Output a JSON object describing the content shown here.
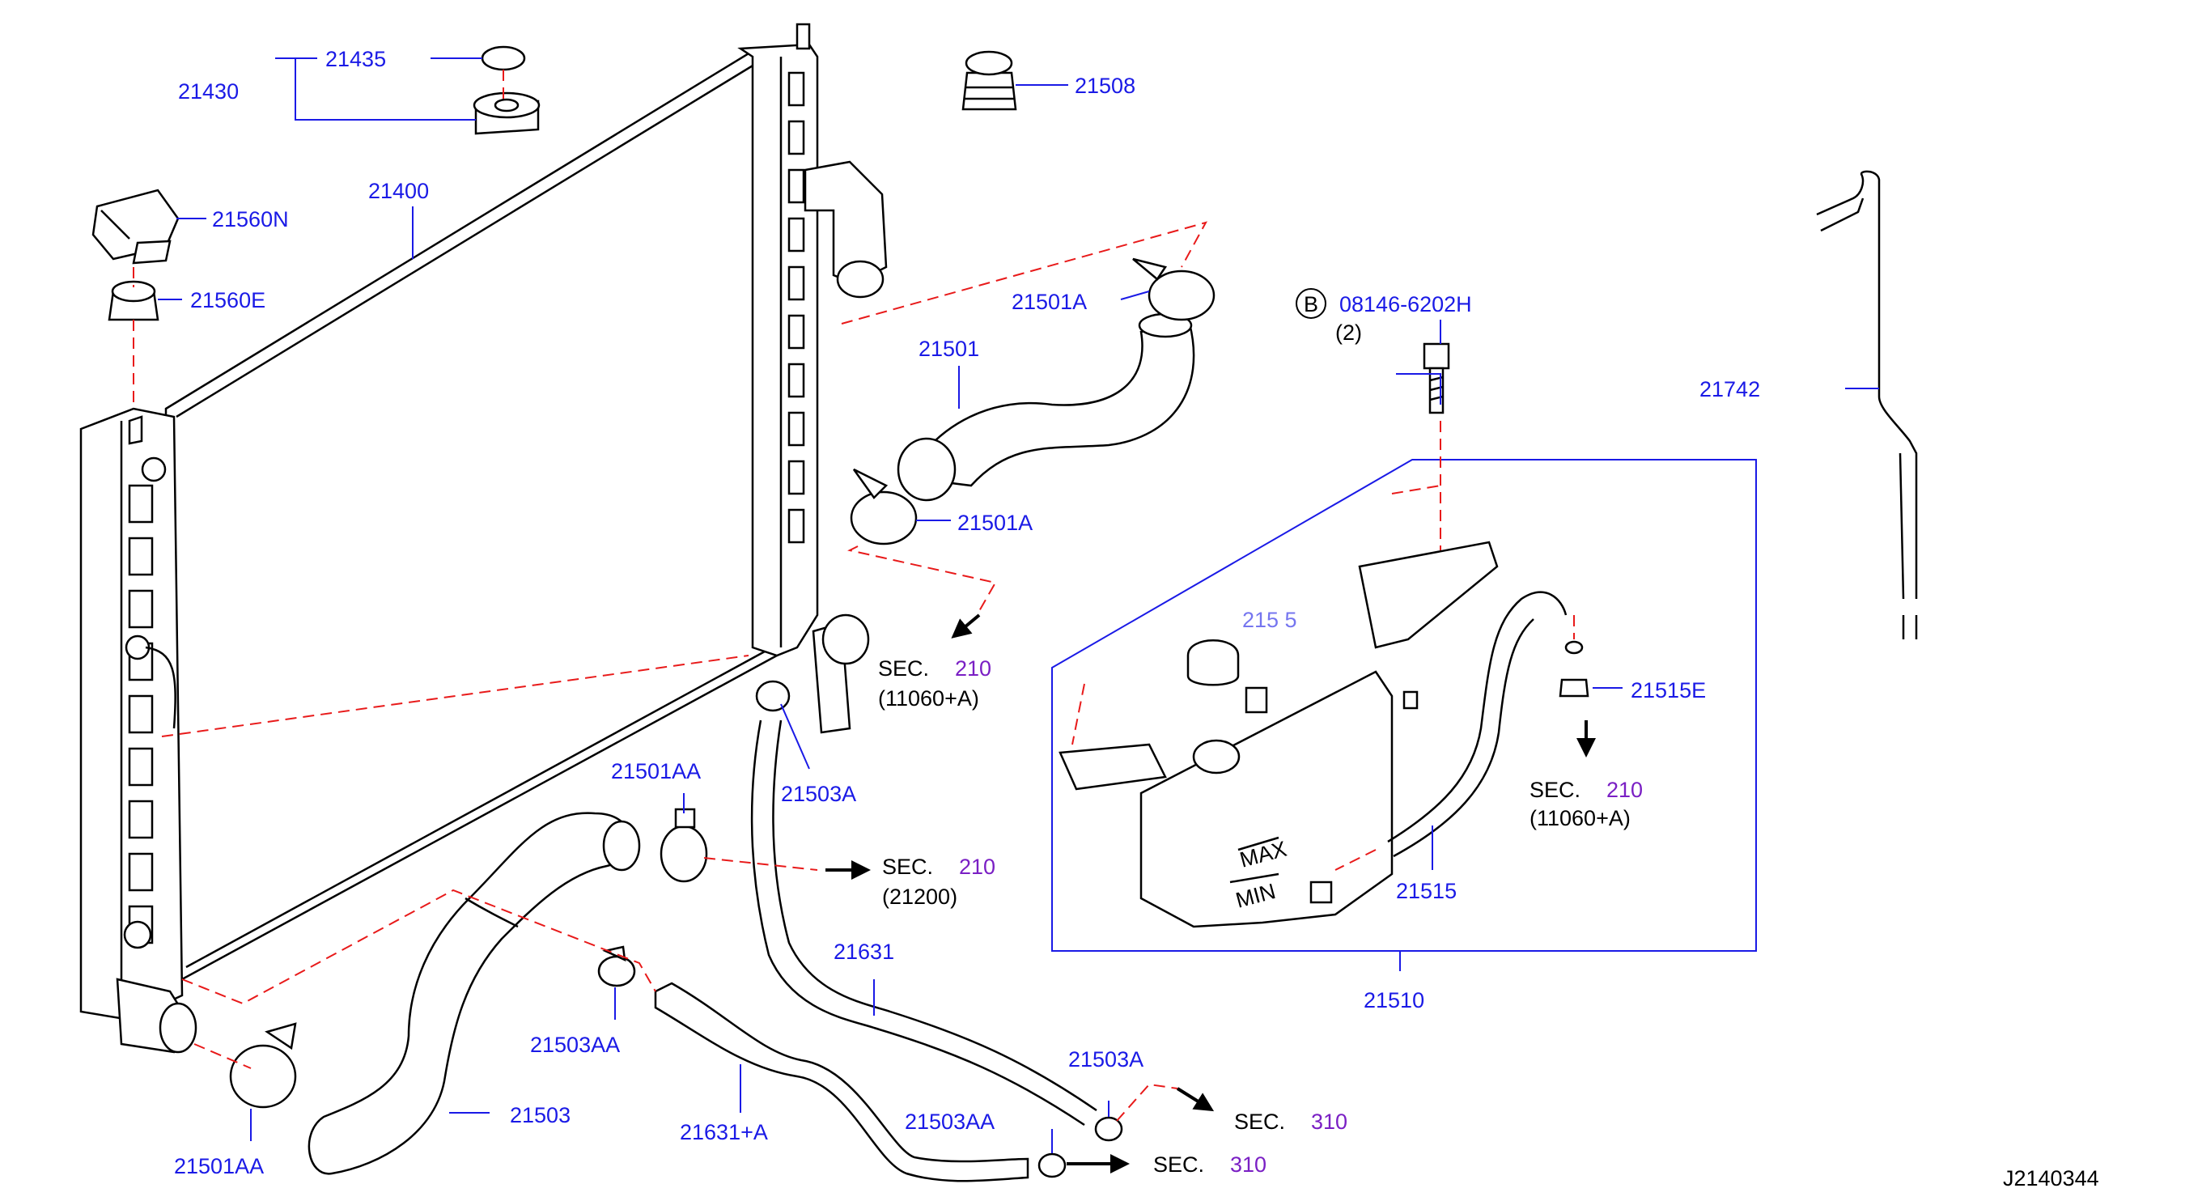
{
  "labels": {
    "p21435": "21435",
    "p21430": "21430",
    "p21508": "21508",
    "p21560N": "21560N",
    "p21400": "21400",
    "p21560E": "21560E",
    "p21501A_top": "21501A",
    "p21501": "21501",
    "p21501A_mid": "21501A",
    "bolt_code": "08146-6202H",
    "bolt_qty": "(2)",
    "bolt_letter": "B",
    "p21742": "21742",
    "p21515E": "21515E",
    "p21503A_mid": "21503A",
    "p21501AA_mid": "21501AA",
    "p21515": "21515",
    "p21631": "21631",
    "p21510": "21510",
    "p21503AA_left": "21503AA",
    "p21503A_low": "21503A",
    "p21503": "21503",
    "p21631A": "21631+A",
    "p21503AA_low": "21503AA",
    "p21501AA_low": "21501AA",
    "p2151x_faint": "215 5",
    "tank_max": "MAX",
    "tank_min": "MIN"
  },
  "sec_refs": [
    {
      "word": "SEC.",
      "num": "210",
      "sub": "(11060+A)"
    },
    {
      "word": "SEC.",
      "num": "210",
      "sub": "(11060+A)"
    },
    {
      "word": "SEC.",
      "num": "210",
      "sub": "(21200)"
    },
    {
      "word": "SEC.",
      "num": "310",
      "sub": ""
    },
    {
      "word": "SEC.",
      "num": "310",
      "sub": ""
    }
  ],
  "diagram_id": "J2140344"
}
